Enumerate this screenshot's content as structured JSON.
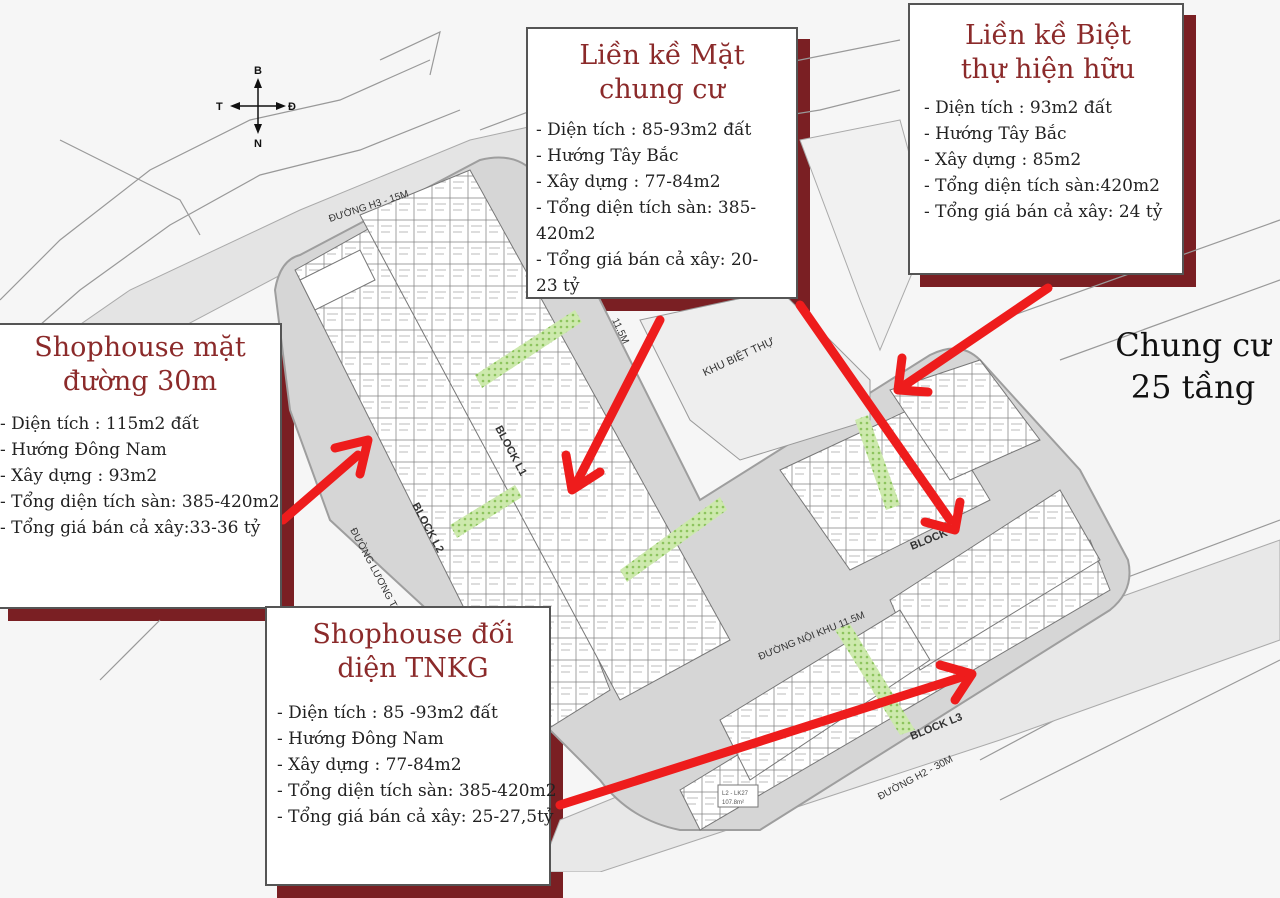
{
  "compass": {
    "north": "B",
    "south": "N",
    "west": "T",
    "east": "Đ"
  },
  "roads": {
    "h3": "ĐƯỜNG H3 - 15M",
    "noi_khu": "ĐƯỜNG NỘI KHU 11.5M",
    "h2": "ĐƯỜNG H2 - 30M",
    "luong_the": "ĐƯỜNG LƯƠNG THẾ V",
    "side_11_5": "11.5M"
  },
  "zones": {
    "biet_thu": "KHU BIỆT THỰ"
  },
  "blocks": {
    "l1": "BLOCK L1",
    "l2": "BLOCK L2",
    "l3": "BLOCK L3",
    "l4": "BLOCK"
  },
  "card_chungcu": {
    "title_line1": "Liền kề Mặt",
    "title_line2": "chung cư",
    "items": [
      "- Diện tích  : 85-93m2 đất",
      "- Hướng Tây Bắc",
      "- Xây dựng : 77-84m2",
      "- Tổng diện tích sàn: 385-",
      "420m2",
      "- Tổng giá bán cả xây: 20-",
      "23 tỷ"
    ]
  },
  "card_bietthu": {
    "title_line1": "Liền kề Biệt",
    "title_line2": "thự hiện hữu",
    "items": [
      "- Diện tích  : 93m2 đất",
      "- Hướng Tây Bắc",
      "- Xây dựng : 85m2",
      "- Tổng diện tích sàn:420m2",
      "- Tổng giá bán cả xây: 24 tỷ"
    ]
  },
  "card_shophouse30": {
    "title_line1": "Shophouse mặt",
    "title_line2": "đường 30m",
    "items": [
      "- Diện tích  : 115m2 đất",
      "- Hướng Đông Nam",
      "- Xây dựng : 93m2",
      "- Tổng diện tích sàn: 385-420m2",
      "- Tổng giá bán cả xây:33-36 tỷ"
    ]
  },
  "card_tnkg": {
    "title_line1": "Shophouse đối",
    "title_line2": "diện TNKG",
    "items": [
      "- Diện tích  : 85 -93m2 đất",
      "- Hướng Đông Nam",
      "- Xây dựng : 77-84m2",
      "- Tổng diện tích sàn: 385-420m2",
      "- Tổng giá bán cả xây: 25-27,5tỷ"
    ]
  },
  "chungcu_label": {
    "line1": "Chung cư",
    "line2": "25 tầng"
  },
  "lot_sample": {
    "l2_lk27": "L2 - LK27",
    "l2_lk27_area": "107.8m²"
  },
  "colors": {
    "accent_red": "#ee1c1c",
    "title_red": "#8b2a2a",
    "shadow": "#7a1f23",
    "road": "#d9d9d9",
    "greenway": "#b5dc8f"
  }
}
